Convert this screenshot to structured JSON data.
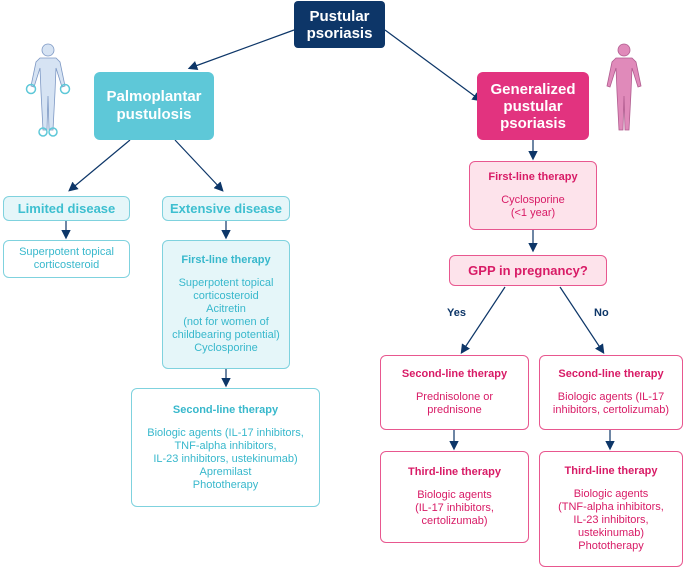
{
  "root": {
    "lines": [
      "Pustular",
      "psoriasis"
    ]
  },
  "palmoplantar": {
    "title_lines": [
      "Palmoplantar",
      "pustulosis"
    ],
    "limited": {
      "label": "Limited disease",
      "therapy_lines": [
        "Superpotent topical",
        "corticosteroid"
      ]
    },
    "extensive": {
      "label": "Extensive disease",
      "first_line": {
        "title": "First-line therapy",
        "lines": [
          "Superpotent topical",
          "corticosteroid",
          "Acitretin",
          "(not for women of",
          "childbearing potential)",
          "Cyclosporine"
        ]
      },
      "second_line": {
        "title": "Second-line therapy",
        "lines": [
          "Biologic agents (IL-17 inhibitors,",
          "TNF-alpha inhibitors,",
          "IL-23 inhibitors, ustekinumab)",
          "Apremilast",
          "Phototherapy"
        ]
      }
    }
  },
  "generalized": {
    "title_lines": [
      "Generalized",
      "pustular",
      "psoriasis"
    ],
    "first_line": {
      "title": "First-line therapy",
      "lines": [
        "Cyclosporine",
        "(<1 year)"
      ]
    },
    "question": "GPP in pregnancy?",
    "yes_label": "Yes",
    "no_label": "No",
    "yes_branch": {
      "second_line": {
        "title": "Second-line therapy",
        "lines": [
          "Prednisolone or",
          "prednisone"
        ]
      },
      "third_line": {
        "title": "Third-line therapy",
        "lines": [
          "Biologic agents",
          "(IL-17 inhibitors,",
          "certolizumab)"
        ]
      }
    },
    "no_branch": {
      "second_line": {
        "title": "Second-line therapy",
        "lines": [
          "Biologic agents (IL-17",
          "inhibitors, certolizumab)"
        ]
      },
      "third_line": {
        "title": "Third-line therapy",
        "lines": [
          "Biologic agents",
          "(TNF-alpha inhibitors,",
          "IL-23 inhibitors,",
          "ustekinumab)",
          "Phototherapy"
        ]
      }
    }
  },
  "colors": {
    "navy": "#0d3668",
    "teal": "#5ec8d8",
    "pink": "#e2337f"
  },
  "icons": {
    "palmoplantar_figure": "human-body-hands-feet-highlighted-icon",
    "generalized_figure": "human-body-full-highlighted-icon"
  }
}
